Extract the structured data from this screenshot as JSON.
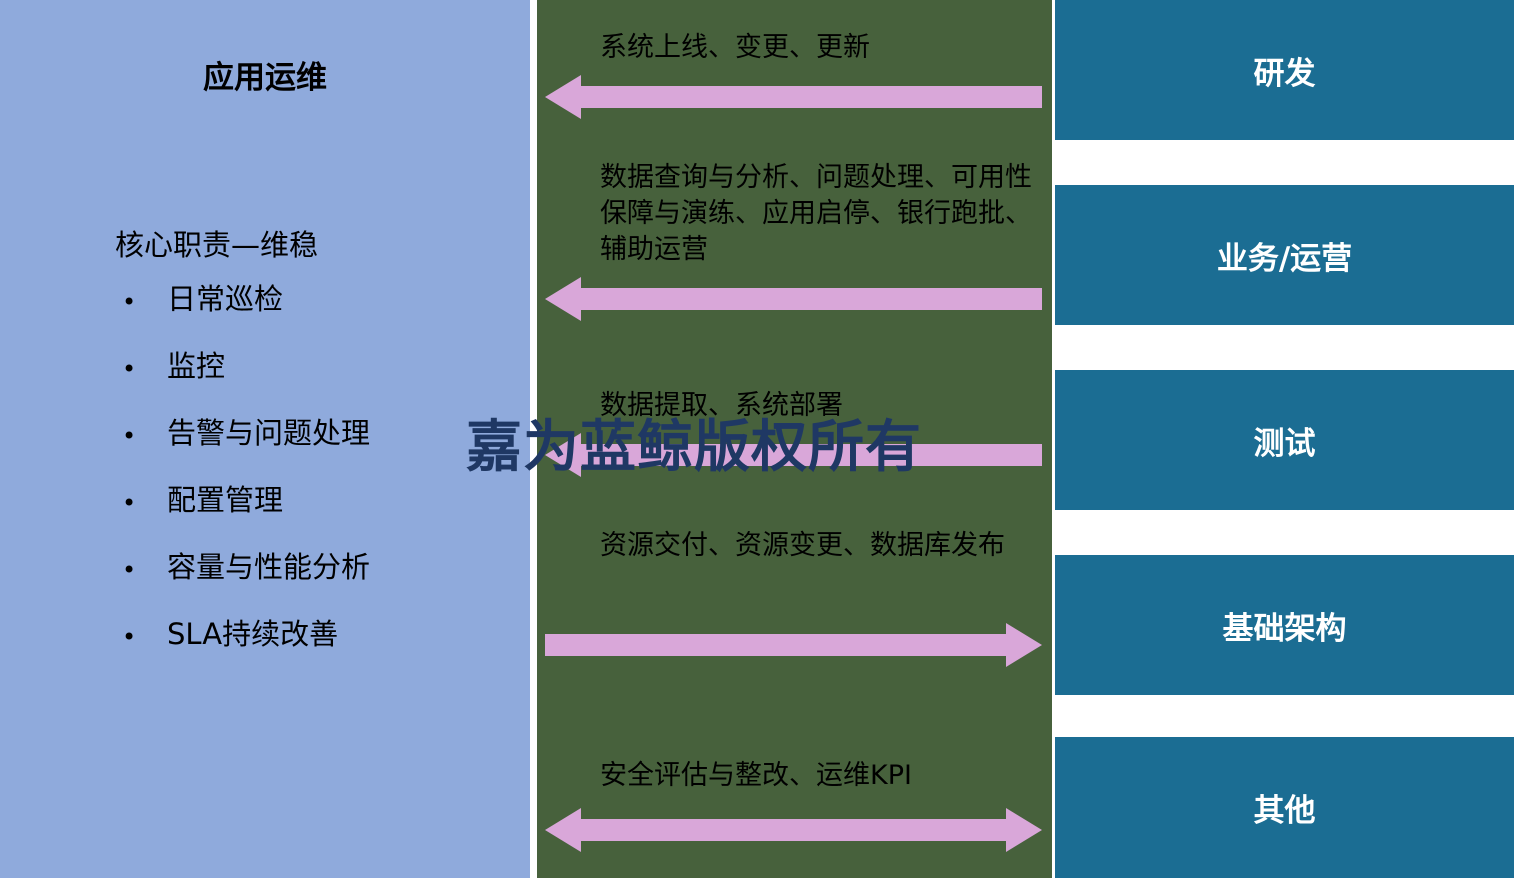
{
  "left_panel": {
    "title": "应用运维",
    "subtitle": "核心职责—维稳",
    "bullets": [
      "日常巡检",
      "监控",
      "告警与问题处理",
      "配置管理",
      "容量与性能分析",
      "SLA持续改善"
    ]
  },
  "flows": [
    {
      "label": "系统上线、变更、更新",
      "direction": "left",
      "target": "研发"
    },
    {
      "label": "数据查询与分析、问题处理、可用性保障与演练、应用启停、银行跑批、辅助运营",
      "direction": "left",
      "target": "业务/运营"
    },
    {
      "label": "数据提取、系统部署",
      "direction": "left",
      "target": "测试"
    },
    {
      "label": "资源交付、资源变更、数据库发布",
      "direction": "right",
      "target": "基础架构"
    },
    {
      "label": "安全评估与整改、运维KPI",
      "direction": "both",
      "target": "其他"
    }
  ],
  "right_boxes": [
    "研发",
    "业务/运营",
    "测试",
    "基础架构",
    "其他"
  ],
  "watermark": "嘉为蓝鲸版权所有",
  "colors": {
    "left_panel_bg": "#8FAADC",
    "middle_bg": "#47613C",
    "box_bg": "#1B6D93",
    "arrow_color": "#D9A7D9",
    "watermark_color": "#1F3864"
  }
}
